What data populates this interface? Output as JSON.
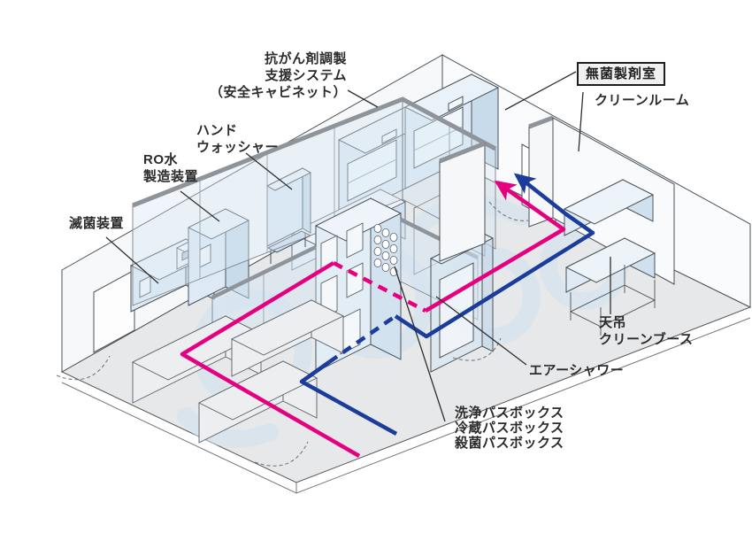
{
  "diagram": {
    "title_hint": "sterile preparation clean room isometric layout",
    "labels": {
      "anticancer": [
        "抗がん剤調製",
        "支援システム",
        "（安全キャビネット）"
      ],
      "hand_washer": [
        "ハンド",
        "ウォッシャー"
      ],
      "ro_water": [
        "RO水",
        "製造装置"
      ],
      "sterilizer": "滅菌装置",
      "sterile_room": "無菌製剤室",
      "clean_room": "クリーンルーム",
      "ceiling_booth": [
        "天吊",
        "クリーンブース"
      ],
      "air_shower": "エアーシャワー",
      "pass_boxes": [
        "洗浄パスボックス",
        "冷蔵パスボックス",
        "殺菌パスボックス"
      ]
    },
    "colors": {
      "flow_magenta": "#e4007e",
      "flow_blue": "#1b3c9b",
      "equipment_fill": "#dce9f4",
      "floor": "#e6e8ea",
      "wall_cap_gray": "#8e9499",
      "watermark_blue": "#cfe2f0",
      "line": "#4b5258"
    }
  }
}
